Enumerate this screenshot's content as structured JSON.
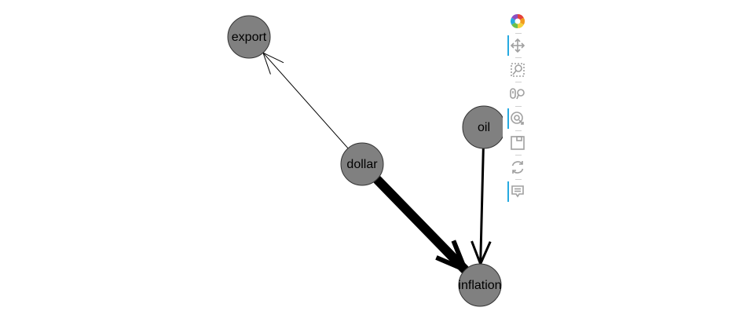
{
  "graph": {
    "nodes": [
      {
        "id": "export",
        "label": "export"
      },
      {
        "id": "dollar",
        "label": "dollar"
      },
      {
        "id": "oil",
        "label": "oil"
      },
      {
        "id": "inflation",
        "label": "inflation"
      }
    ],
    "edges": [
      {
        "source": "dollar",
        "target": "export",
        "weight": 1
      },
      {
        "source": "dollar",
        "target": "inflation",
        "weight": 12
      },
      {
        "source": "oil",
        "target": "inflation",
        "weight": 3
      }
    ],
    "node_color": "#808080",
    "edge_color": "#000000"
  },
  "toolbar": {
    "tools": [
      {
        "name": "bokeh-logo",
        "icon": "bokeh-logo-icon",
        "active": false
      },
      {
        "name": "pan-tool",
        "icon": "move-arrows-icon",
        "active": true
      },
      {
        "name": "box-zoom-tool",
        "icon": "box-zoom-icon",
        "active": false
      },
      {
        "name": "wheel-zoom-tool",
        "icon": "wheel-zoom-icon",
        "active": false
      },
      {
        "name": "tap-tool",
        "icon": "tap-target-icon",
        "active": true
      },
      {
        "name": "save-tool",
        "icon": "save-icon",
        "active": false
      },
      {
        "name": "reset-tool",
        "icon": "reset-icon",
        "active": false
      },
      {
        "name": "hover-tool",
        "icon": "hover-tooltip-icon",
        "active": true
      }
    ],
    "accent_color": "#26aae1",
    "icon_color": "#a0a0a0"
  }
}
